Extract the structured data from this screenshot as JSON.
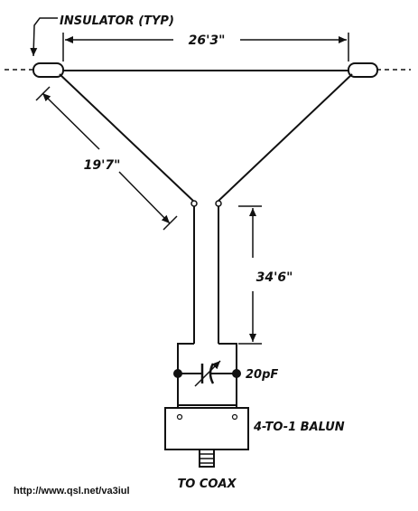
{
  "labels": {
    "insulator": "INSULATOR (TYP)",
    "top_length": "26'3\"",
    "leg_length": "19'7\"",
    "feeder_length": "34'6\"",
    "capacitor": "20pF",
    "balun": "4-TO-1 BALUN",
    "coax": "TO COAX"
  },
  "footer": {
    "url": "http://www.qsl.net/va3iul"
  },
  "colors": {
    "ink": "#111111",
    "background": "#ffffff"
  }
}
